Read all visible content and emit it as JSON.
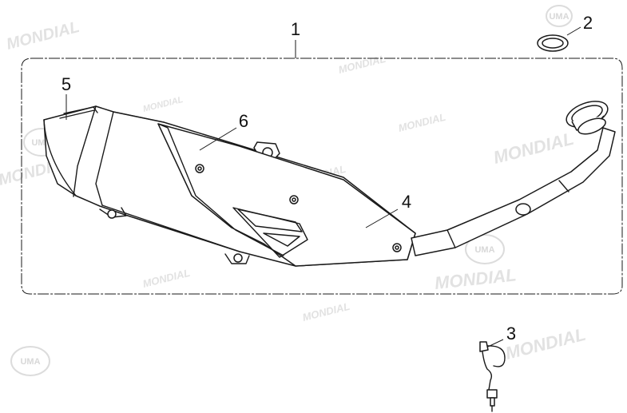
{
  "callouts": {
    "part_1": "1",
    "part_2": "2",
    "part_3": "3",
    "part_4": "4",
    "part_5": "5",
    "part_6": "6"
  },
  "watermark": {
    "brand": "MONDIAL",
    "logo": "UMA"
  },
  "colors": {
    "line": "#1a1a1a",
    "watermark": "#e2e2e2",
    "background": "#ffffff"
  }
}
